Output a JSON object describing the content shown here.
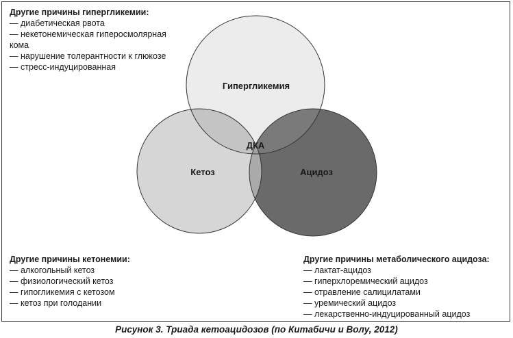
{
  "diagram": {
    "circles": {
      "hyperglycemia": {
        "label": "Гипергликемия",
        "fill": "#ececec"
      },
      "ketosis": {
        "label": "Кетоз",
        "fill": "#d6d6d6"
      },
      "acidosis": {
        "label": "Ацидоз",
        "fill": "#6a6a6a"
      },
      "center": {
        "label": "ДКА"
      }
    },
    "outline_color": "#333333"
  },
  "notes": {
    "hyperglycemia": {
      "title": "Другие причины гипергликемии:",
      "items": [
        "— диабетическая рвота",
        "— некетонемическая гиперосмолярная кома",
        "— нарушение толерантности к глюкозе",
        "— стресс-индуцированная"
      ]
    },
    "ketonemia": {
      "title": "Другие причины кетонемии:",
      "items": [
        "— алкогольный кетоз",
        "— физиологический кетоз",
        "— гипогликемия с кетозом",
        "— кетоз при голодании"
      ]
    },
    "acidosis": {
      "title": "Другие причины метаболического ацидоза:",
      "items": [
        "— лактат-ацидоз",
        "— гиперхлоремический ацидоз",
        "— отравление салицилатами",
        "— уремический ацидоз",
        "— лекарственно-индуцированный ацидоз"
      ]
    }
  },
  "caption": "Рисунок 3. Триада кетоацидозов (по Китабичи и Волу, 2012)"
}
